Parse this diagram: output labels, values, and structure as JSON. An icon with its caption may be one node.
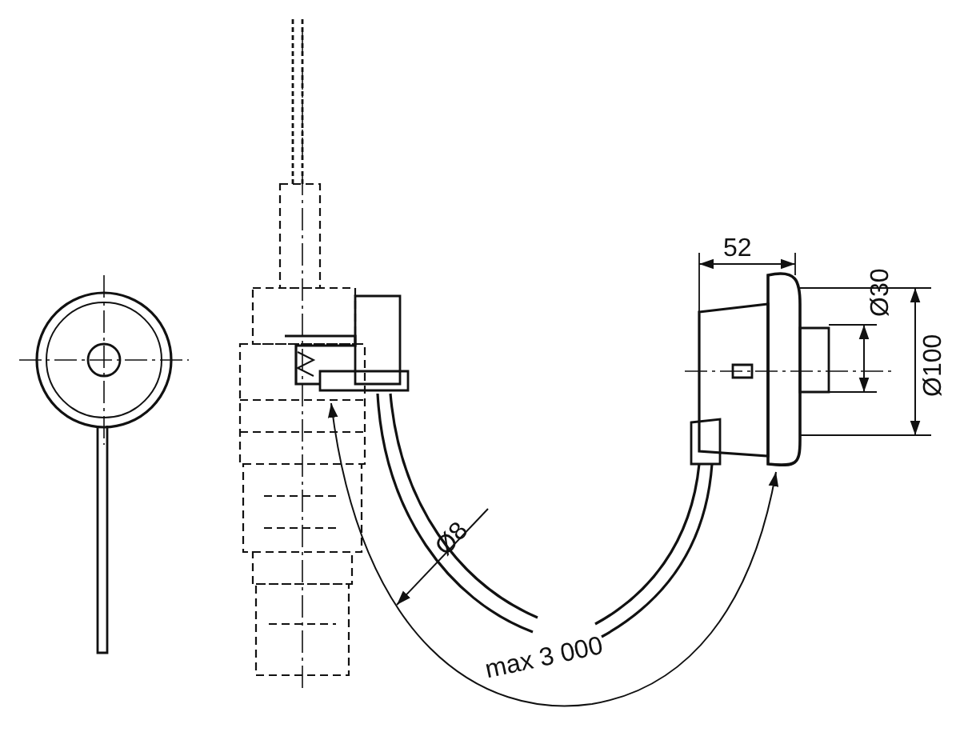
{
  "diagram": {
    "labels": [
      "52",
      "Ø30",
      "Ø100",
      "Ø8",
      "max 3 000"
    ]
  }
}
